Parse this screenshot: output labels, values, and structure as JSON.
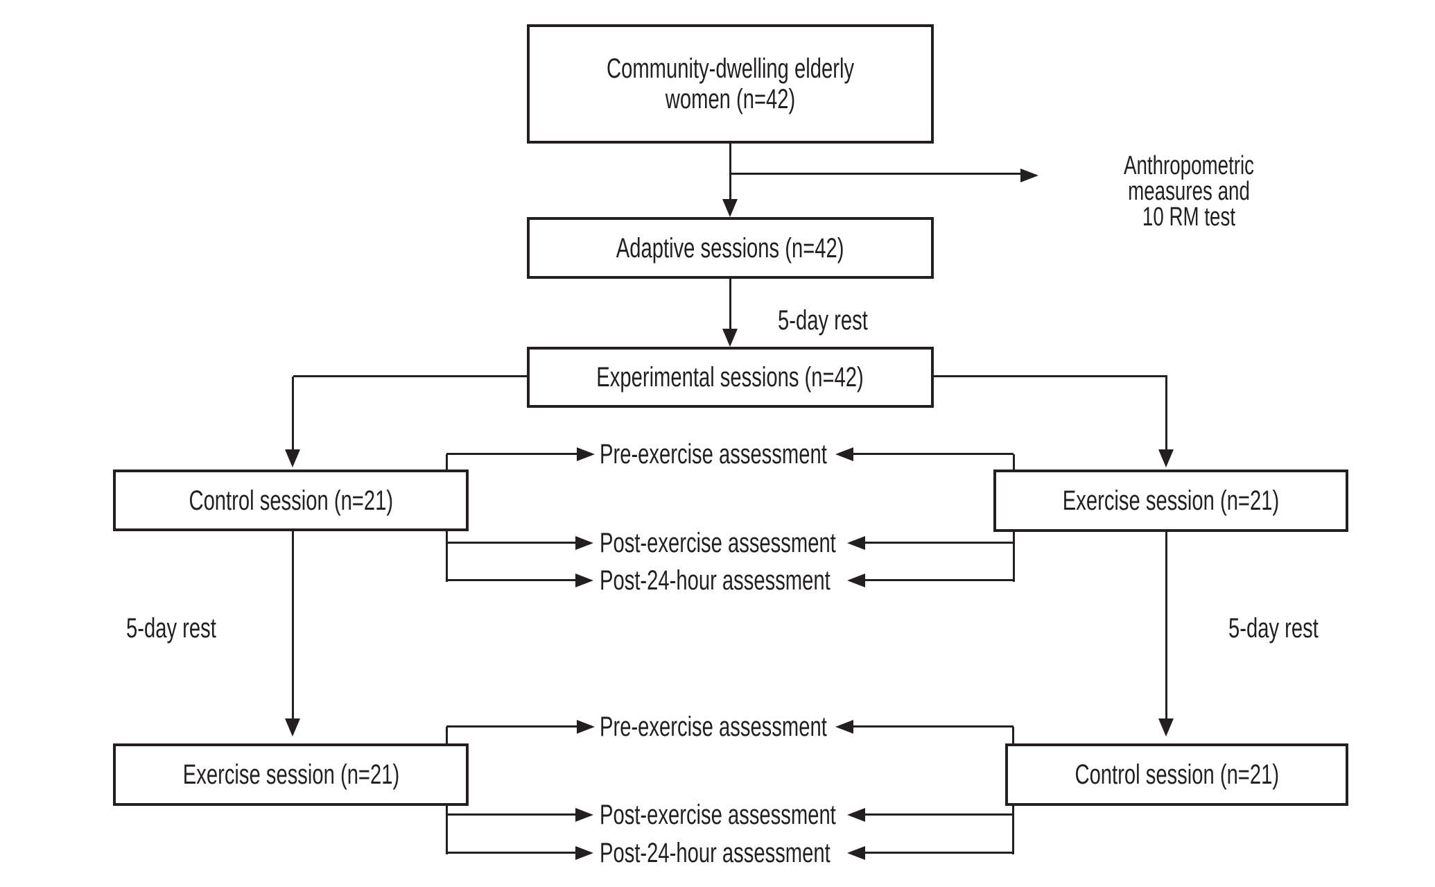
{
  "figure": {
    "type": "study-design-flowchart",
    "boxes": {
      "population": {
        "line1": "Community-dwelling elderly",
        "line2": "women (n=42)"
      },
      "adaptive": {
        "label": "Adaptive sessions (n=42)"
      },
      "experimental": {
        "label": "Experimental sessions (n=42)"
      },
      "control_upper": {
        "label": "Control session (n=21)"
      },
      "exercise_upper": {
        "label": "Exercise session (n=21)"
      },
      "exercise_lower": {
        "label": "Exercise session (n=21)"
      },
      "control_lower": {
        "label": "Control session (n=21)"
      }
    },
    "annotations": {
      "anthropometric": {
        "line1": "Anthropometric measures and",
        "line2": "10 RM test"
      },
      "rest_mid": "5-day rest",
      "rest_left": "5-day rest",
      "rest_right": "5-day rest"
    },
    "assessments": {
      "upper": [
        "Pre-exercise assessment",
        "Post-exercise assessment",
        "Post-24-hour assessment"
      ],
      "lower": [
        "Pre-exercise assessment",
        "Post-exercise assessment",
        "Post-24-hour assessment"
      ]
    },
    "colors": {
      "ink": "#231f20",
      "background": "#ffffff"
    }
  }
}
